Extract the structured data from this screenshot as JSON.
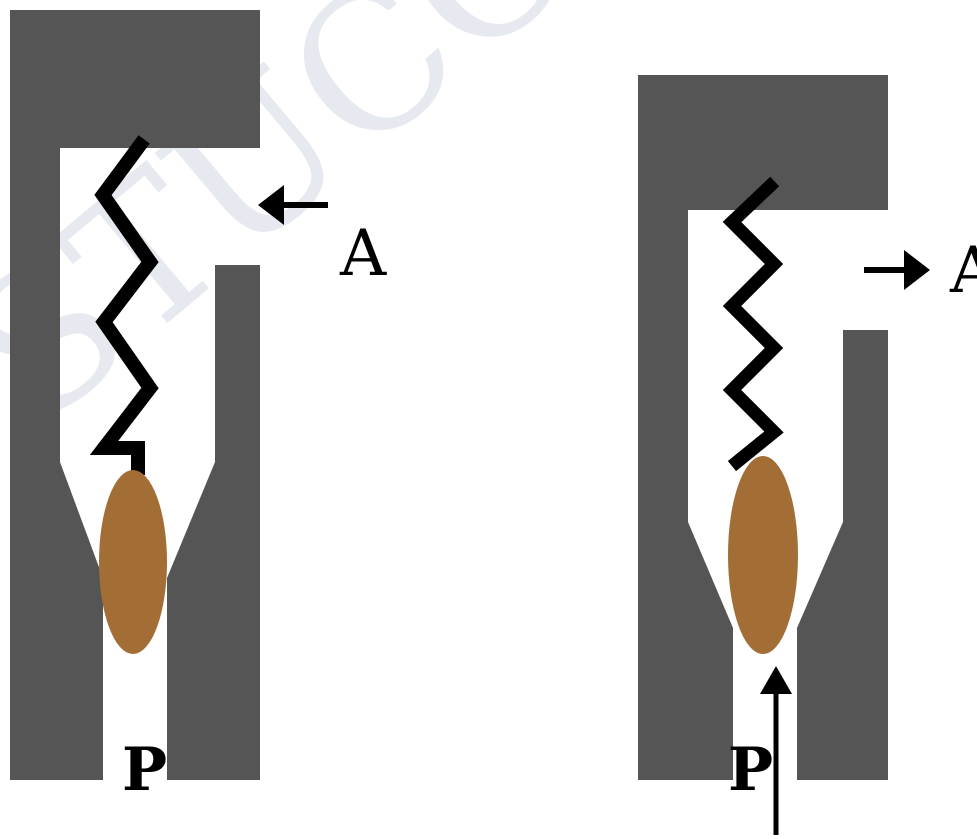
{
  "watermark": "STUCO",
  "colors": {
    "body": "#555555",
    "ball": "#a36e35",
    "spring": "#000000",
    "arrow": "#000000",
    "background": "#ffffff"
  },
  "left_valve": {
    "port_label": "A",
    "inlet_label": "P"
  },
  "right_valve": {
    "port_label": "A",
    "inlet_label": "P"
  }
}
